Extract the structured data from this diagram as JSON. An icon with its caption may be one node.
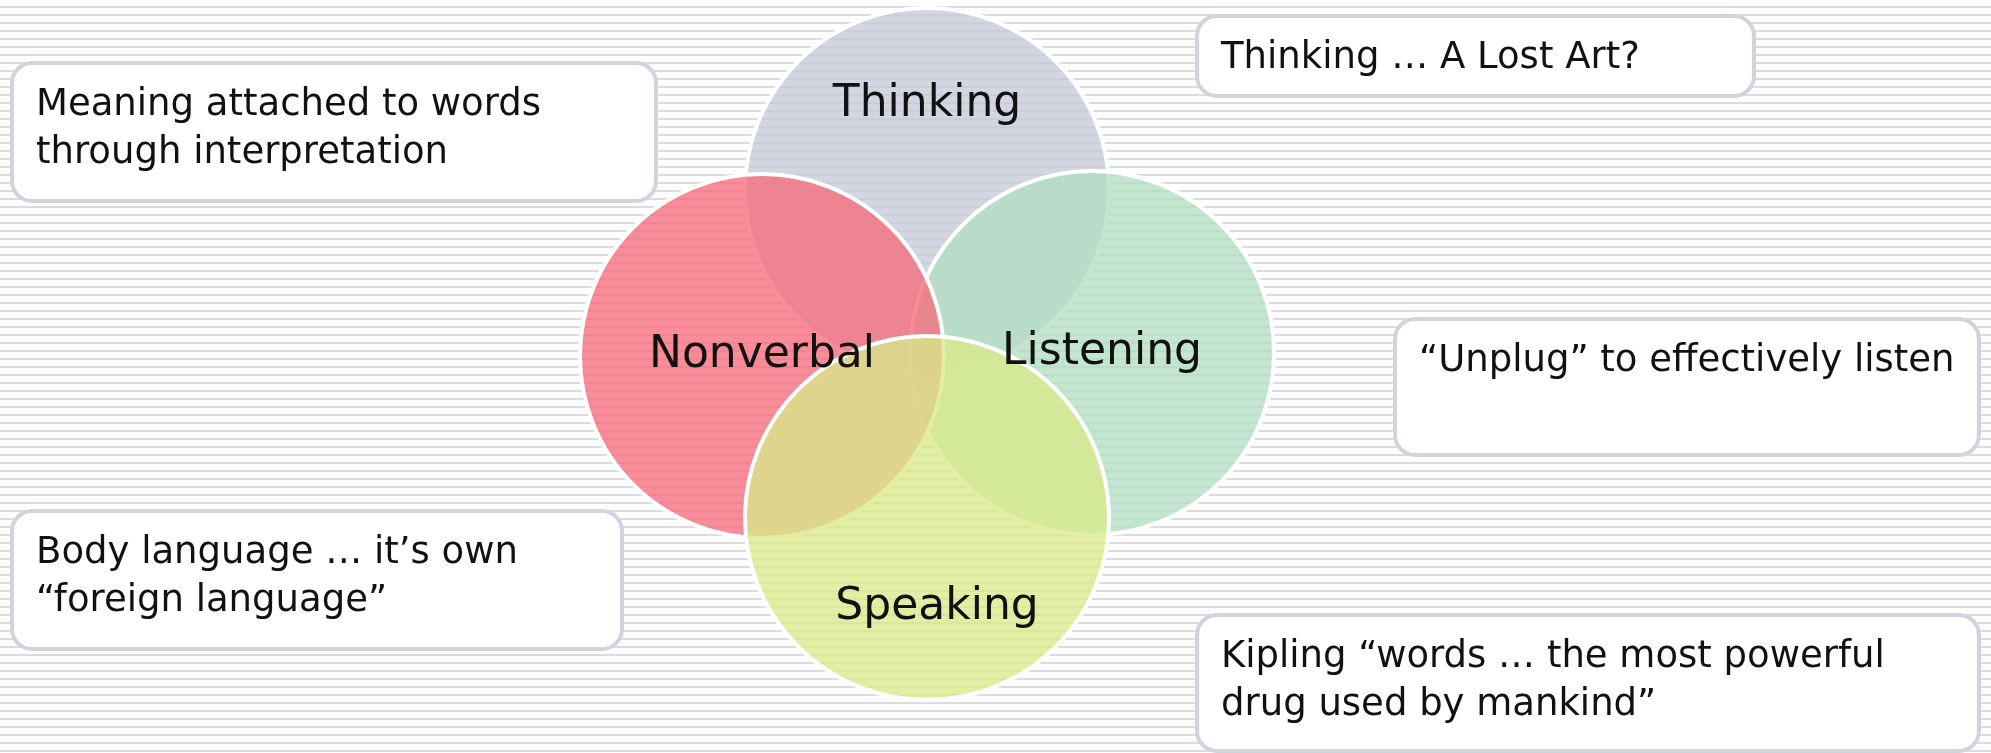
{
  "diagram": {
    "nodes": [
      {
        "text": [
          "Thinking"
        ]
      },
      {
        "text": [
          "Nonverbal"
        ]
      },
      {
        "text": [
          "Listening"
        ]
      },
      {
        "text": [
          "Speaking"
        ]
      },
      {
        "text": [
          "Thinking … A Lost Art?"
        ]
      },
      {
        "text": [
          "Meaning attached to words through interpretation"
        ]
      },
      {
        "text": [
          "“Unplug” to effectively listen"
        ]
      },
      {
        "text": [
          "Body language …  it’s own “foreign language”"
        ]
      },
      {
        "text": [
          "Kipling “words … the most powerful drug used by mankind”"
        ]
      }
    ],
    "edges": []
  }
}
